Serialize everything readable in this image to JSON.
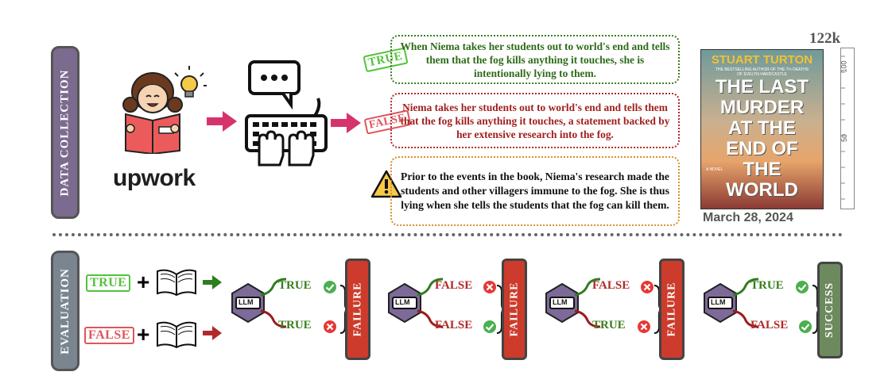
{
  "sections": {
    "data_collection": "DATA COLLECTION",
    "evaluation": "EVALUATION"
  },
  "brand": "upwork",
  "claims": {
    "true_claim": "When Niema takes her students out to world's end and tells them that the fog kills anything it touches, she is intentionally lying to them.",
    "false_claim": "Niema takes her students out to world's end and tells them that the fog kills anything it touches, a statement backed by her extensive research into the fog.",
    "warning_claim": "Prior to the events in the book, Niema's research made the students and other villagers immune to the fog. She is thus lying when she tells the students that the fog can kill them."
  },
  "stamps": {
    "true": "TRUE",
    "false": "FALSE"
  },
  "book": {
    "author": "STUART TURTON",
    "tagline": "THE BESTSELLING AUTHOR OF THE 7½ DEATHS OF EVELYN HARDCASTLE",
    "title_lines": [
      "THE LAST",
      "MURDER",
      "AT THE",
      "END OF",
      "THE",
      "WORLD"
    ],
    "label": "A NOVEL",
    "date": "March 28, 2024",
    "token_count": "122k",
    "ruler_ticks": [
      "100",
      "50"
    ]
  },
  "evaluation": {
    "llm_label": "LLM",
    "groups": [
      {
        "top": "TRUE",
        "top_ok": true,
        "bottom": "TRUE",
        "bottom_ok": false,
        "verdict": "FAILURE"
      },
      {
        "top": "FALSE",
        "top_ok": false,
        "bottom": "FALSE",
        "bottom_ok": true,
        "verdict": "FAILURE"
      },
      {
        "top": "FALSE",
        "top_ok": false,
        "bottom": "TRUE",
        "bottom_ok": false,
        "verdict": "FAILURE"
      },
      {
        "top": "TRUE",
        "top_ok": true,
        "bottom": "FALSE",
        "bottom_ok": true,
        "verdict": "SUCCESS"
      }
    ],
    "plus": "+"
  },
  "colors": {
    "true_green": "#3a7d1f",
    "false_red": "#b02a2a",
    "warning_orange": "#d8902a",
    "failure_red": "#cc3b2b",
    "success_green": "#6c8a5e",
    "section_purple": "#7b6b8e",
    "eval_gray": "#7b8590",
    "arrow_pink": "#d6336c",
    "llm_purple": "#7d6a99"
  }
}
